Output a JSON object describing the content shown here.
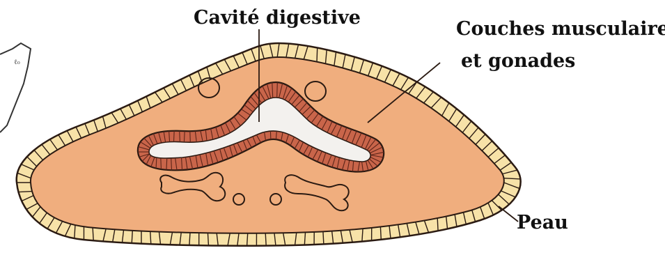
{
  "labels": {
    "digestive_cavity": "Cavité digestive",
    "muscle_layers_line1": "Couches musculaires",
    "muscle_layers_line2": "et gonades",
    "skin": "Peau"
  },
  "colors": {
    "body_fill": "#f0ae7e",
    "skin_cells": "#f7e2a8",
    "gut_wall": "#c9654a",
    "gut_lumen": "#f3f1ee",
    "outline": "#2a1a12"
  }
}
